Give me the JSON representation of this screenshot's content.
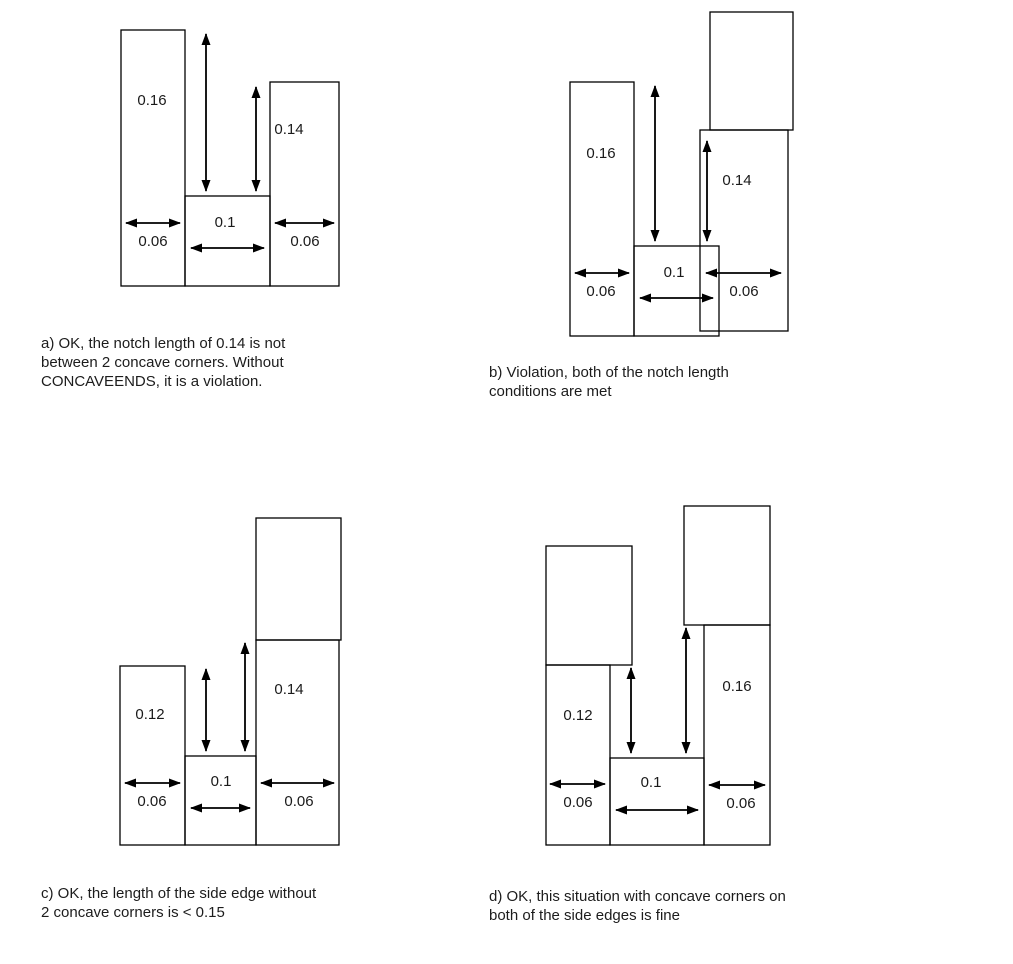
{
  "colors": {
    "background": "#ffffff",
    "line": "#000000",
    "text": "#1c1c1c"
  },
  "diagrams": {
    "a": {
      "caption_lines": [
        "a) OK, the notch length of 0.14 is not",
        "between 2 concave corners. Without",
        "CONCAVEENDS, it is a violation."
      ],
      "labels": {
        "left_rect": "0.16",
        "right_rect": "0.14",
        "notch": "0.1",
        "left_width": "0.06",
        "right_width": "0.06"
      }
    },
    "b": {
      "caption_lines": [
        "b) Violation, both of the notch length",
        "conditions are met"
      ],
      "labels": {
        "left_rect": "0.16",
        "right_rect": "0.14",
        "notch": "0.1",
        "left_width": "0.06",
        "right_width": "0.06"
      }
    },
    "c": {
      "caption_lines": [
        "c) OK, the length of the side edge without",
        "2 concave corners is < 0.15"
      ],
      "labels": {
        "left_rect": "0.12",
        "right_rect": "0.14",
        "notch": "0.1",
        "left_width": "0.06",
        "right_width": "0.06"
      }
    },
    "d": {
      "caption_lines": [
        "d) OK, this situation with concave corners on",
        "both of the side edges is fine"
      ],
      "labels": {
        "left_rect": "0.12",
        "right_rect": "0.16",
        "notch": "0.1",
        "left_width": "0.06",
        "right_width": "0.06"
      }
    }
  }
}
